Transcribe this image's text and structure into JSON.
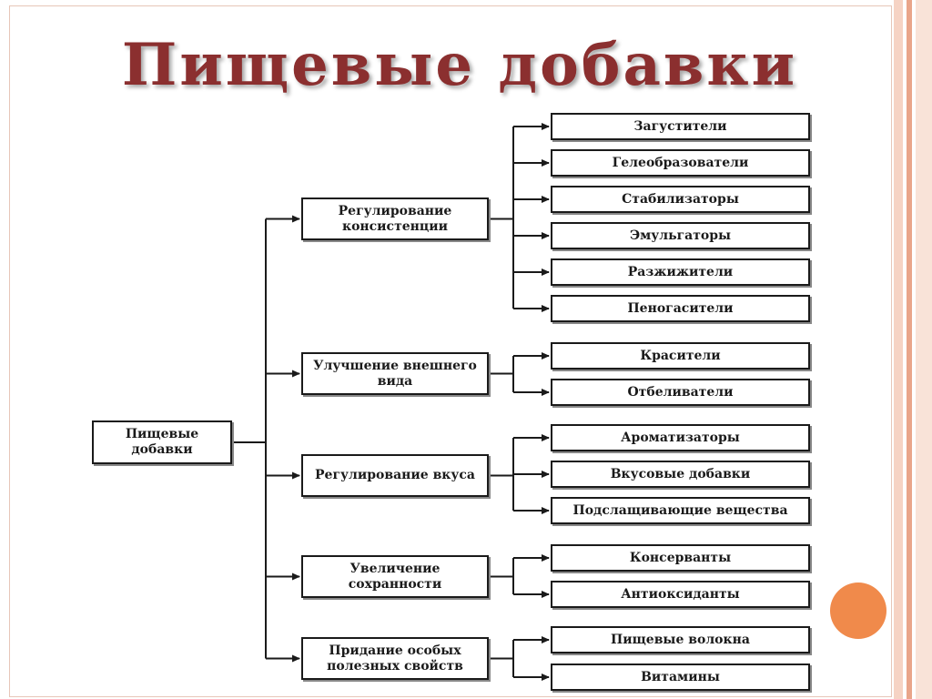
{
  "title": "Пищевые добавки",
  "diagram": {
    "root": "Пищевые добавки",
    "categories": [
      {
        "label": "Регулирование консистенции",
        "items": [
          "Загустители",
          "Гелеобразователи",
          "Стабилизаторы",
          "Эмульгаторы",
          "Разжижители",
          "Пеногасители"
        ]
      },
      {
        "label": "Улучшение внешнего вида",
        "items": [
          "Красители",
          "Отбеливатели"
        ]
      },
      {
        "label": "Регулирование вкуса",
        "items": [
          "Ароматизаторы",
          "Вкусовые добавки",
          "Подслащивающие вещества"
        ]
      },
      {
        "label": "Увеличение сохранности",
        "items": [
          "Консерванты",
          "Антиоксиданты"
        ]
      },
      {
        "label": "Придание особых полезных свойств",
        "items": [
          "Пищевые волокна",
          "Витамины"
        ]
      }
    ]
  },
  "colors": {
    "title": "#8b2f2f",
    "accent_circle": "#f08a4b",
    "stripes": [
      "#f6d3c4",
      "#e9a58a",
      "#f9e3d8"
    ]
  }
}
